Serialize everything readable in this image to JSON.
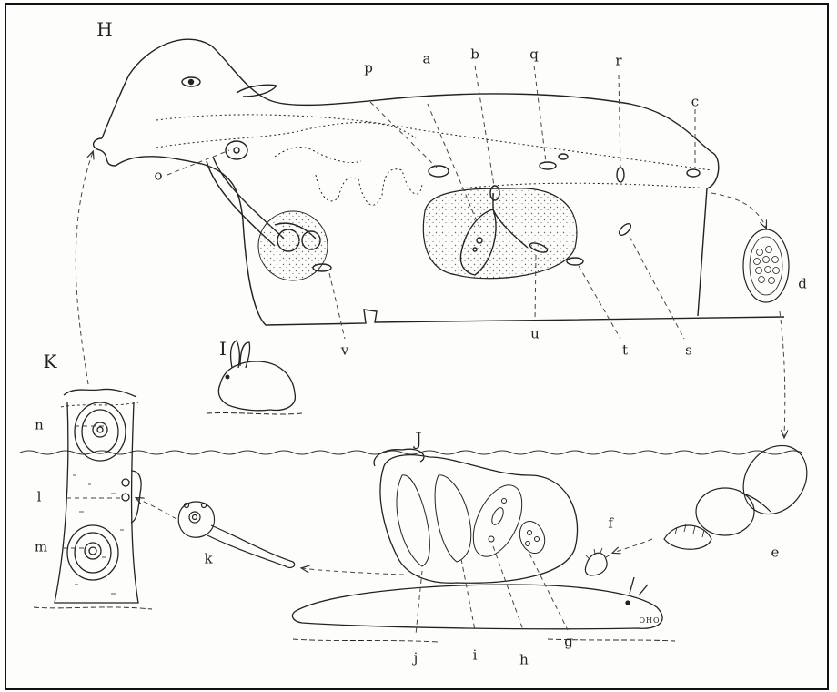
{
  "figure": {
    "panels": [
      {
        "id": "H",
        "text": "H"
      },
      {
        "id": "I",
        "text": "I"
      },
      {
        "id": "J",
        "text": "J"
      },
      {
        "id": "K",
        "text": "K"
      }
    ],
    "labels": [
      {
        "id": "a",
        "text": "a"
      },
      {
        "id": "b",
        "text": "b"
      },
      {
        "id": "c",
        "text": "c"
      },
      {
        "id": "d",
        "text": "d"
      },
      {
        "id": "e",
        "text": "e"
      },
      {
        "id": "f",
        "text": "f"
      },
      {
        "id": "g",
        "text": "g"
      },
      {
        "id": "h",
        "text": "h"
      },
      {
        "id": "i",
        "text": "i"
      },
      {
        "id": "j",
        "text": "j"
      },
      {
        "id": "k",
        "text": "k"
      },
      {
        "id": "l",
        "text": "l"
      },
      {
        "id": "m",
        "text": "m"
      },
      {
        "id": "n",
        "text": "n"
      },
      {
        "id": "o",
        "text": "o"
      },
      {
        "id": "p",
        "text": "p"
      },
      {
        "id": "q",
        "text": "q"
      },
      {
        "id": "r",
        "text": "r"
      },
      {
        "id": "s",
        "text": "s"
      },
      {
        "id": "t",
        "text": "t"
      },
      {
        "id": "u",
        "text": "u"
      },
      {
        "id": "v",
        "text": "v"
      }
    ],
    "signature": "OHO"
  }
}
